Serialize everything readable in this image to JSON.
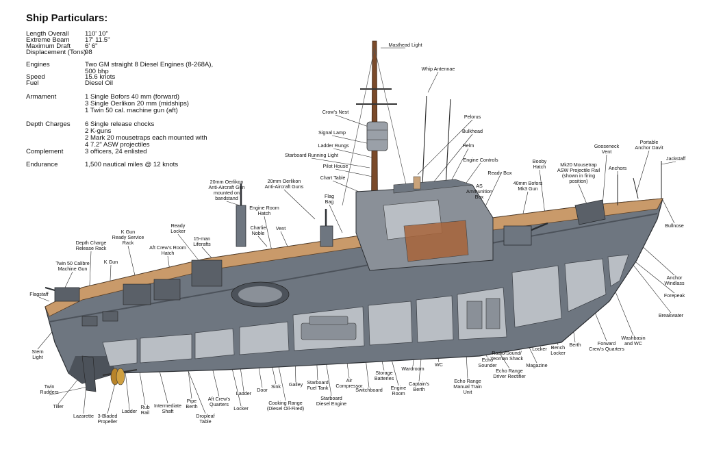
{
  "title": "Ship Particulars:",
  "particulars": [
    {
      "label": "Length Overall",
      "value": [
        "110' 10\""
      ]
    },
    {
      "label": "Extreme Beam",
      "value": [
        "17' 11.5\""
      ]
    },
    {
      "label": "Maximum Draft",
      "value": [
        "6' 6\""
      ]
    },
    {
      "label": "Displacement (Tons)",
      "value": [
        "98"
      ]
    },
    {
      "label": "Engines",
      "value": [
        "Two GM straight 8 Diesel Engines (8-268A),",
        "500 bhp"
      ]
    },
    {
      "label": "Speed",
      "value": [
        "15.6 knots"
      ]
    },
    {
      "label": "Fuel",
      "value": [
        "Diesel Oil"
      ]
    },
    {
      "label": "Armament",
      "value": [
        "1 Single Bofors 40 mm (forward)",
        "3 Single  Oerlikon 20 mm (midships)",
        "1 Twin 50 cal. machine gun (aft)"
      ]
    },
    {
      "label": "Depth Charges",
      "value": [
        "6 Single release chocks",
        "2 K-guns",
        "2 Mark 20 mousetraps each mounted with",
        "4 7.2\" ASW projectiles"
      ]
    },
    {
      "label": "Complement",
      "value": [
        "3 officers, 24 enlisted"
      ]
    },
    {
      "label": "Endurance",
      "value": [
        "1,500 nautical miles @ 12 knots"
      ]
    }
  ],
  "callouts": [
    {
      "id": "masthead-light",
      "text": [
        "Masthead Light"
      ]
    },
    {
      "id": "whip-antennae",
      "text": [
        "Whip Antennae"
      ]
    },
    {
      "id": "crows-nest",
      "text": [
        "Crow's Nest"
      ]
    },
    {
      "id": "signal-lamp",
      "text": [
        "Signal Lamp"
      ]
    },
    {
      "id": "ladder-rungs",
      "text": [
        "Ladder Rungs"
      ]
    },
    {
      "id": "starboard-running-light",
      "text": [
        "Starboard Running Light"
      ]
    },
    {
      "id": "pilot-house",
      "text": [
        "Pilot House"
      ]
    },
    {
      "id": "chart-table",
      "text": [
        "Chart Table"
      ]
    },
    {
      "id": "pelorus",
      "text": [
        "Pelorus"
      ]
    },
    {
      "id": "bulkhead",
      "text": [
        "Bulkhead"
      ]
    },
    {
      "id": "helm",
      "text": [
        "Helm"
      ]
    },
    {
      "id": "engine-controls",
      "text": [
        "Engine Controls"
      ]
    },
    {
      "id": "ready-box",
      "text": [
        "Ready Box"
      ]
    },
    {
      "id": "as-ammunition-box",
      "text": [
        "AS",
        "Ammunition",
        "Box"
      ]
    },
    {
      "id": "bofors-gun",
      "text": [
        "40mm Bofors",
        "Mk3 Gun"
      ]
    },
    {
      "id": "booby-hatch",
      "text": [
        "Booby",
        "Hatch"
      ]
    },
    {
      "id": "mousetrap-rail",
      "text": [
        "Mk20 Mousetrap",
        "ASW Projectile Rail",
        "(shown in firing",
        "position)"
      ]
    },
    {
      "id": "gooseneck-vent",
      "text": [
        "Gooseneck",
        "Vent"
      ]
    },
    {
      "id": "portable-anchor-davit",
      "text": [
        "Portable",
        "Anchor Davit"
      ]
    },
    {
      "id": "anchors",
      "text": [
        "Anchors"
      ]
    },
    {
      "id": "jackstaff",
      "text": [
        "Jackstaff"
      ]
    },
    {
      "id": "bullnose",
      "text": [
        "Bullnose"
      ]
    },
    {
      "id": "anchor-windlass",
      "text": [
        "Anchor",
        "Windlass"
      ]
    },
    {
      "id": "forepeak",
      "text": [
        "Forepeak"
      ]
    },
    {
      "id": "breakwater",
      "text": [
        "Breakwater"
      ]
    },
    {
      "id": "washbasin-wc",
      "text": [
        "Washbasin",
        "and WC"
      ]
    },
    {
      "id": "forward-crews-quarters",
      "text": [
        "Forward",
        "Crew's Quarters"
      ]
    },
    {
      "id": "berth",
      "text": [
        "Berth"
      ]
    },
    {
      "id": "bench-locker",
      "text": [
        "Bench",
        "Locker"
      ]
    },
    {
      "id": "locker-fwd",
      "text": [
        "Locker"
      ]
    },
    {
      "id": "magazine",
      "text": [
        "Magazine"
      ]
    },
    {
      "id": "radio-shack",
      "text": [
        "Radio/Sound/",
        "Yeoman Shack"
      ]
    },
    {
      "id": "echo-range-driver",
      "text": [
        "Echo Range",
        "Driver Rectifier"
      ]
    },
    {
      "id": "echo-sounder",
      "text": [
        "Echo",
        "Sounder"
      ]
    },
    {
      "id": "echo-range-manual",
      "text": [
        "Echo Range",
        "Manual Train",
        "Unit"
      ]
    },
    {
      "id": "wc",
      "text": [
        "WC"
      ]
    },
    {
      "id": "wardroom",
      "text": [
        "Wardroom"
      ]
    },
    {
      "id": "captains-berth",
      "text": [
        "Captain's",
        "Berth"
      ]
    },
    {
      "id": "engine-room",
      "text": [
        "Engine",
        "Room"
      ]
    },
    {
      "id": "storage-batteries",
      "text": [
        "Storage",
        "Batteries"
      ]
    },
    {
      "id": "switchboard",
      "text": [
        "Switchboard"
      ]
    },
    {
      "id": "air-compressor",
      "text": [
        "Air",
        "Compressor"
      ]
    },
    {
      "id": "starboard-diesel-engine",
      "text": [
        "Starboard",
        "Diesel Engine"
      ]
    },
    {
      "id": "starboard-fuel-tank",
      "text": [
        "Starboard",
        "Fuel Tank"
      ]
    },
    {
      "id": "galley",
      "text": [
        "Galley"
      ]
    },
    {
      "id": "cooking-range",
      "text": [
        "Cooking Range",
        "(Diesel Oil-Fired)"
      ]
    },
    {
      "id": "sink",
      "text": [
        "Sink"
      ]
    },
    {
      "id": "door",
      "text": [
        "Door"
      ]
    },
    {
      "id": "ladder-mid",
      "text": [
        "Ladder"
      ]
    },
    {
      "id": "locker-aft",
      "text": [
        "Locker"
      ]
    },
    {
      "id": "aft-crews-quarters",
      "text": [
        "Aft Crew's",
        "Quarters"
      ]
    },
    {
      "id": "pipe-berth",
      "text": [
        "Pipe",
        "Berth"
      ]
    },
    {
      "id": "dropleaf-table",
      "text": [
        "Dropleaf",
        "Table"
      ]
    },
    {
      "id": "intermediate-shaft",
      "text": [
        "Intermediate",
        "Shaft"
      ]
    },
    {
      "id": "rub-rail",
      "text": [
        "Rub",
        "Rail"
      ]
    },
    {
      "id": "ladder-aft",
      "text": [
        "Ladder"
      ]
    },
    {
      "id": "three-bladed-propeller",
      "text": [
        "3-Bladed",
        "Propeller"
      ]
    },
    {
      "id": "lazarette",
      "text": [
        "Lazarette"
      ]
    },
    {
      "id": "tiller",
      "text": [
        "Tiller"
      ]
    },
    {
      "id": "twin-rudders",
      "text": [
        "Twin",
        "Rudders"
      ]
    },
    {
      "id": "stern-light",
      "text": [
        "Stern",
        "Light"
      ]
    },
    {
      "id": "flagstaff",
      "text": [
        "Flagstaff"
      ]
    },
    {
      "id": "twin-50-mg",
      "text": [
        "Twin 50 Calibre",
        "Machine Gun"
      ]
    },
    {
      "id": "depth-charge-rack",
      "text": [
        "Depth Charge",
        "Release Rack"
      ]
    },
    {
      "id": "k-gun",
      "text": [
        "K Gun"
      ]
    },
    {
      "id": "k-gun-ready-rack",
      "text": [
        "K Gun",
        "Ready Service",
        "Rack"
      ]
    },
    {
      "id": "aft-crews-room-hatch",
      "text": [
        "Aft Crew's Room",
        "Hatch"
      ]
    },
    {
      "id": "ready-locker",
      "text": [
        "Ready",
        "Locker"
      ]
    },
    {
      "id": "liferafts",
      "text": [
        "15-man",
        "Liferafts"
      ]
    },
    {
      "id": "oerlikon-bandstand",
      "text": [
        "20mm Oerlikon",
        "Anti-Aircraft Gun",
        "mounted on",
        "bandstand"
      ]
    },
    {
      "id": "engine-room-hatch",
      "text": [
        "Engine Room",
        "Hatch"
      ]
    },
    {
      "id": "charlie-noble",
      "text": [
        "Charlie",
        "Noble"
      ]
    },
    {
      "id": "vent",
      "text": [
        "Vent"
      ]
    },
    {
      "id": "oerlikon-guns",
      "text": [
        "20mm Oerlikon",
        "Anti-Aircraft Guns"
      ]
    },
    {
      "id": "flag-bag",
      "text": [
        "Flag",
        "Bag"
      ]
    }
  ],
  "colors": {
    "hull": "#6e7680",
    "hull_dark": "#4c525a",
    "deck": "#c99a6a",
    "cabin": "#8a9098",
    "interior": "#b9bec4",
    "mast": "#7a4a2a",
    "accent_wood": "#a8643a"
  }
}
